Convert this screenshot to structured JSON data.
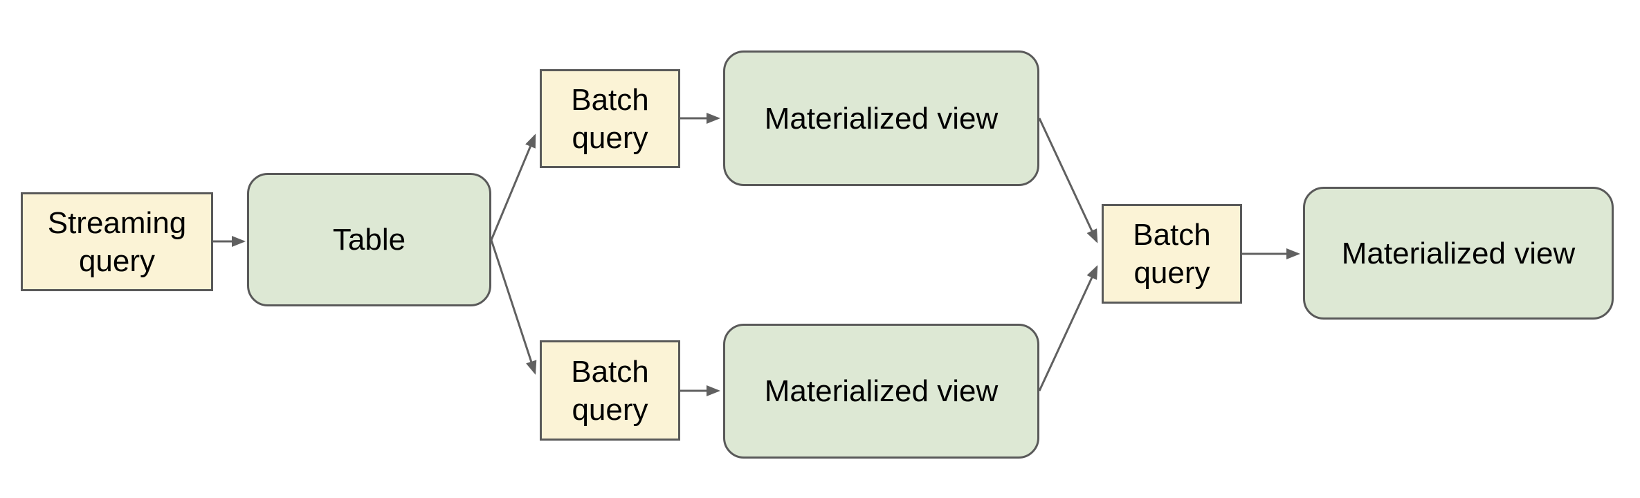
{
  "diagram": {
    "background_color": "#ffffff",
    "colors": {
      "query_node_fill": "#fbf3d6",
      "store_node_fill": "#dde8d4",
      "node_border": "#595959",
      "arrow": "#606060",
      "label_text": "#000000"
    },
    "nodes": [
      {
        "id": "streaming-query",
        "label": "Streaming query",
        "kind": "query"
      },
      {
        "id": "table",
        "label": "Table",
        "kind": "store"
      },
      {
        "id": "batch-query-top",
        "label": "Batch query",
        "kind": "query"
      },
      {
        "id": "materialized-view-top",
        "label": "Materialized view",
        "kind": "store"
      },
      {
        "id": "batch-query-bottom",
        "label": "Batch query",
        "kind": "query"
      },
      {
        "id": "materialized-view-bottom",
        "label": "Materialized view",
        "kind": "store"
      },
      {
        "id": "batch-query-merge",
        "label": "Batch query",
        "kind": "query"
      },
      {
        "id": "materialized-view-final",
        "label": "Materialized view",
        "kind": "store"
      }
    ],
    "edges": [
      {
        "from": "streaming-query",
        "to": "table"
      },
      {
        "from": "table",
        "to": "batch-query-top"
      },
      {
        "from": "table",
        "to": "batch-query-bottom"
      },
      {
        "from": "batch-query-top",
        "to": "materialized-view-top"
      },
      {
        "from": "batch-query-bottom",
        "to": "materialized-view-bottom"
      },
      {
        "from": "materialized-view-top",
        "to": "batch-query-merge"
      },
      {
        "from": "materialized-view-bottom",
        "to": "batch-query-merge"
      },
      {
        "from": "batch-query-merge",
        "to": "materialized-view-final"
      }
    ]
  }
}
